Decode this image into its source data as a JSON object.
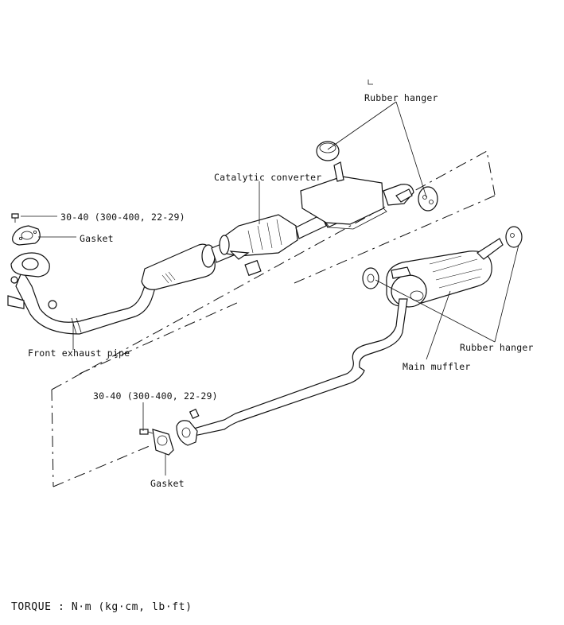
{
  "labels": {
    "rubber_hanger_top": "Rubber hanger",
    "catalytic_converter": "Catalytic converter",
    "torque_front": "30-40 (300-400, 22-29)",
    "gasket_front": "Gasket",
    "front_exhaust_pipe": "Front exhaust pipe",
    "rubber_hanger_right": "Rubber hanger",
    "main_muffler": "Main muffler",
    "torque_rear": "30-40 (300-400, 22-29)",
    "gasket_rear": "Gasket",
    "torque_note": "TORQUE : N·m (kg·cm, lb·ft)"
  }
}
